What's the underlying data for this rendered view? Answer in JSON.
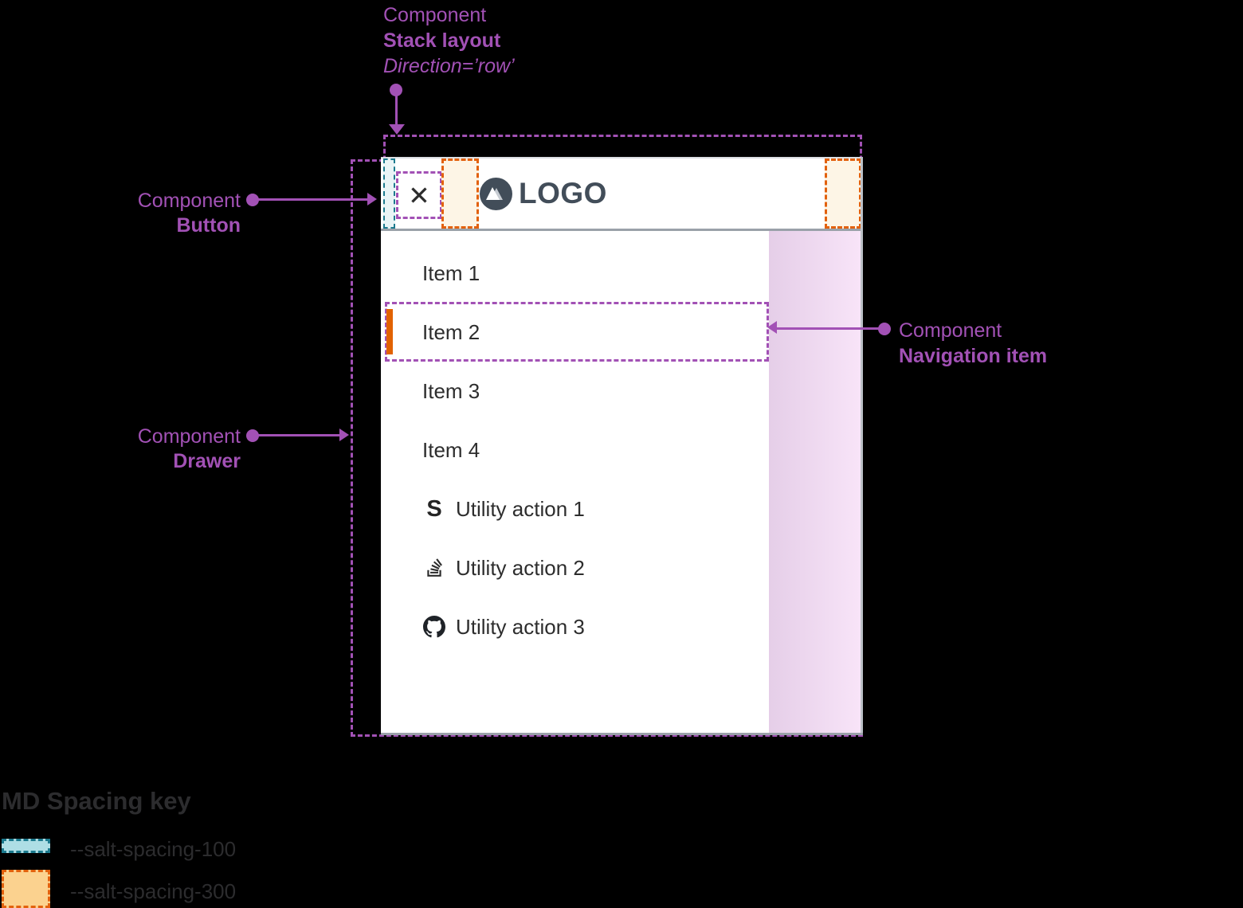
{
  "annotations": {
    "stack_layout": {
      "eyebrow": "Component",
      "title": "Stack layout",
      "subtitle": "Direction=’row’"
    },
    "button": {
      "eyebrow": "Component",
      "title": "Button"
    },
    "drawer": {
      "eyebrow": "Component",
      "title": "Drawer"
    },
    "navigation_item": {
      "eyebrow": "Component",
      "title": "Navigation item"
    }
  },
  "drawer": {
    "header": {
      "close_icon": "✕",
      "logo_text": "LOGO"
    },
    "nav_items": [
      {
        "label": "Item 1",
        "active": false
      },
      {
        "label": "Item 2",
        "active": true
      },
      {
        "label": "Item 3",
        "active": false
      },
      {
        "label": "Item 4",
        "active": false
      }
    ],
    "utility_actions": [
      {
        "icon": "s-logo-icon",
        "icon_glyph": "S",
        "label": "Utility action 1"
      },
      {
        "icon": "stackoverflow-icon",
        "label": "Utility action 2"
      },
      {
        "icon": "github-icon",
        "label": "Utility action 3"
      }
    ]
  },
  "spacing_key": {
    "title": "MD Spacing key",
    "items": [
      {
        "label": "--salt-spacing-100",
        "fill": "#AEDEE5",
        "border": "#1C7A8E"
      },
      {
        "label": "--salt-spacing-300",
        "fill": "#FBD28F",
        "border": "#E2610D"
      }
    ]
  },
  "colors": {
    "annotation_purple": "#A251B5",
    "spacing_100_teal": "#1C7A8E",
    "spacing_300_orange": "#E2610D",
    "active_indicator_orange": "#E26201",
    "logo_slate": "#424D59",
    "text_dark": "#2D2D2D",
    "content_pink": "#F0DCF2",
    "background": "#000000"
  }
}
